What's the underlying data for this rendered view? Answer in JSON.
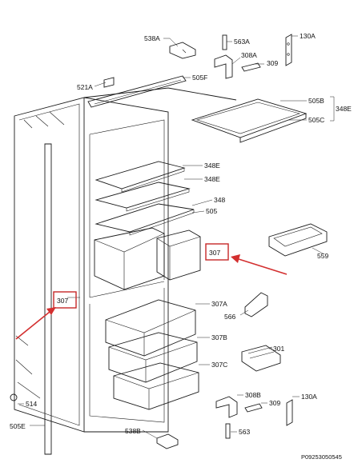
{
  "labels": {
    "l538a": "538A",
    "l563a": "563A",
    "l130a_top": "130A",
    "l308a": "308A",
    "l309_top": "309",
    "l521a": "521A",
    "l505f": "505F",
    "l505b": "505B",
    "l348e_right": "348E",
    "l505c": "505C",
    "l348e_1": "348E",
    "l348e_2": "348E",
    "l348": "348",
    "l505": "505",
    "l307_right": "307",
    "l559": "559",
    "l307_left": "307",
    "l307a": "307A",
    "l566": "566",
    "l307b": "307B",
    "l301": "301",
    "l307c": "307C",
    "l514": "514",
    "l308b": "308B",
    "l309_bottom": "309",
    "l130a_bottom": "130A",
    "l505e": "505E",
    "l563": "563",
    "l538b": "538B"
  },
  "reference": "P09253050545",
  "highlight_color": "#c62828",
  "arrow_color": "#d32f2f"
}
